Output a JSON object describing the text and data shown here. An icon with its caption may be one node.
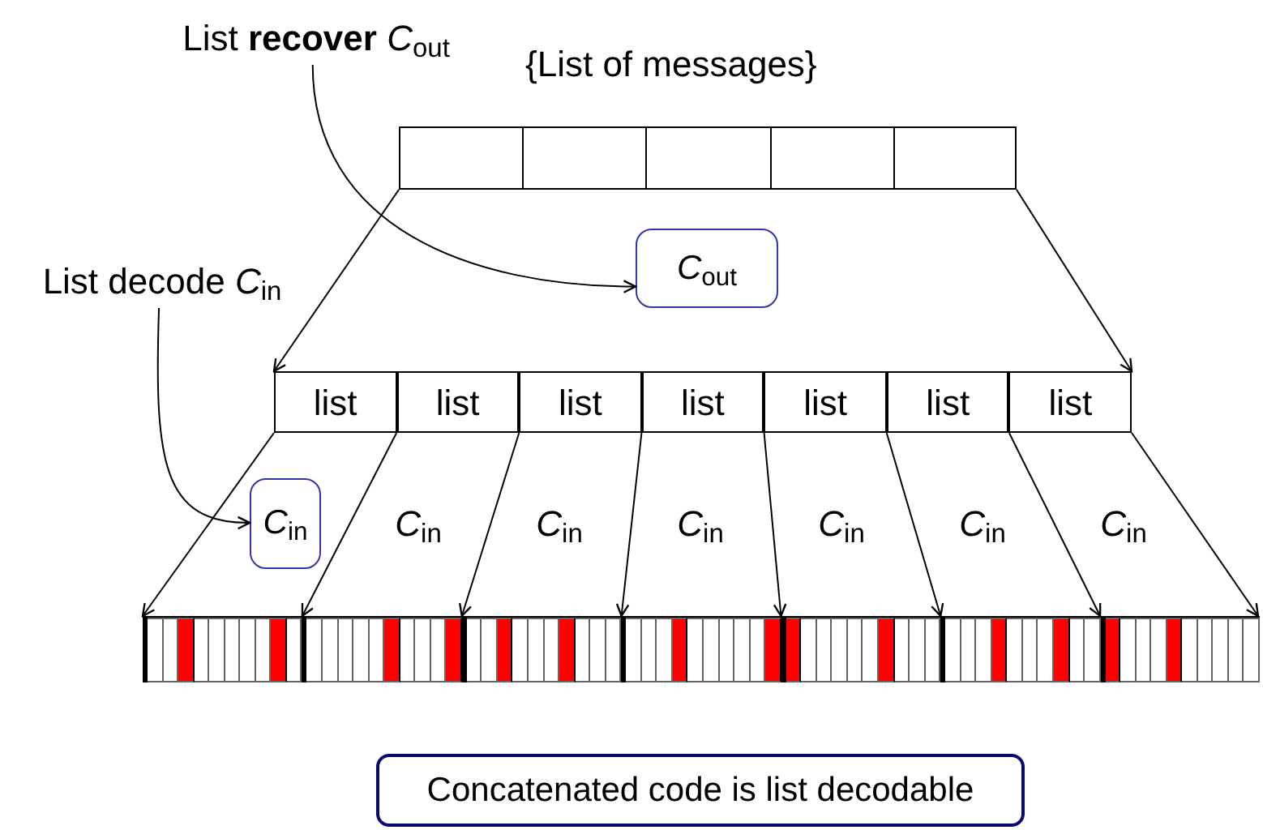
{
  "diagram": {
    "nodes": [
      {
        "text": [
          "List **recover** *C*$_{out}$"
        ]
      },
      {
        "text": [],
        "shape": "bar",
        "beside": [
          "{List of messages}"
        ]
      },
      {
        "text": [
          "List decode *C*$_{in}$"
        ]
      },
      {
        "text": [
          "*C*$_{out}$"
        ]
      },
      {
        "text": [],
        "shape": "bar"
      },
      {
        "text": [
          "list"
        ],
        "in": 4
      },
      {
        "text": [
          "list"
        ],
        "in": 4
      },
      {
        "text": [
          "list"
        ],
        "in": 4
      },
      {
        "text": [
          "list"
        ],
        "in": 4
      },
      {
        "text": [
          "list"
        ],
        "in": 4
      },
      {
        "text": [
          "list"
        ],
        "in": 4
      },
      {
        "text": [
          "list"
        ],
        "in": 4
      },
      {
        "text": [
          "*C*$_{in}$"
        ]
      },
      {
        "text": [],
        "shape": "bar"
      },
      {
        "text": [],
        "shape": "bar",
        "in": 13
      },
      {
        "text": [],
        "shape": "bar",
        "in": 13
      },
      {
        "text": [],
        "shape": "bar",
        "in": 13
      },
      {
        "text": [],
        "shape": "bar",
        "in": 13
      },
      {
        "text": [],
        "shape": "bar",
        "in": 13
      },
      {
        "text": [],
        "shape": "bar",
        "in": 13
      },
      {
        "text": [],
        "shape": "bar",
        "in": 13
      },
      {
        "text": [
          "Concatenated code is list decodable"
        ]
      }
    ],
    "edges": [
      {
        "from": 0,
        "to": 3,
        "arrow": "to"
      },
      {
        "from": 2,
        "to": 12,
        "arrow": "to"
      },
      {
        "from": 1,
        "to": 4,
        "arrow": "to"
      },
      {
        "from": 1,
        "to": 4,
        "arrow": "to"
      },
      {
        "from": 5,
        "to": 14,
        "arrow": "to"
      },
      {
        "from": 6,
        "to": 15,
        "arrow": "to"
      },
      {
        "from": 7,
        "to": 16,
        "arrow": "to"
      },
      {
        "from": 8,
        "to": 17,
        "arrow": "to"
      },
      {
        "from": 9,
        "to": 18,
        "arrow": "to"
      },
      {
        "from": 10,
        "to": 19,
        "arrow": "to"
      },
      {
        "from": 11,
        "to": 20,
        "arrow": "to"
      },
      {
        "from": 11,
        "to": 20,
        "arrow": "to"
      }
    ],
    "labels": [
      "*C*$_{in}$",
      "*C*$_{in}$",
      "*C*$_{in}$",
      "*C*$_{in}$",
      "*C*$_{in}$",
      "*C*$_{in}$"
    ]
  }
}
